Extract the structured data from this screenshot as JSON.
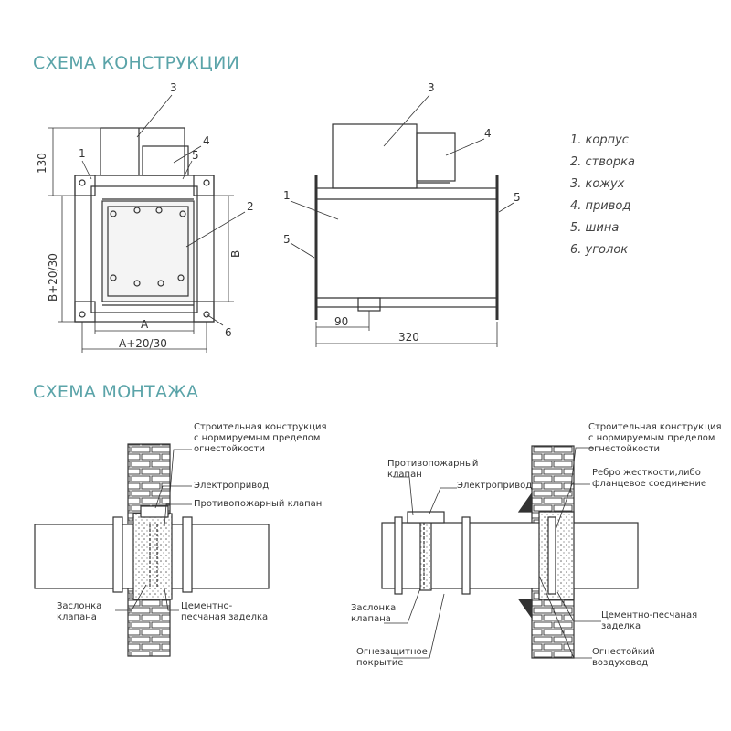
{
  "sections": {
    "construction": "СХЕМА КОНСТРУКЦИИ",
    "mounting": "СХЕМА МОНТАЖА"
  },
  "legend": [
    "1. корпус",
    "2. створка",
    "3. кожух",
    "4. привод",
    "5. шина",
    "6. уголок"
  ],
  "front_view": {
    "callouts": [
      "1",
      "3",
      "4",
      "5",
      "2",
      "6"
    ],
    "dims": {
      "height_top": "130",
      "side": "B+20/30",
      "inner_b": "B",
      "inner_a": "A",
      "bottom": "A+20/30"
    }
  },
  "side_view": {
    "callouts": [
      "3",
      "4",
      "1",
      "5",
      "5"
    ],
    "dims": {
      "offset": "90",
      "length": "320"
    }
  },
  "mount_left": {
    "wall_line1": "Строительная конструкция",
    "wall_line2": "с нормируемым пределом",
    "wall_line3": "огнестойкости",
    "actuator": "Электропривод",
    "valve": "Противопожарный клапан",
    "damper_line1": "Заслонка",
    "damper_line2": "клапана",
    "mortar_line1": "Цементно-",
    "mortar_line2": "песчаная заделка"
  },
  "mount_right": {
    "wall_line1": "Строительная конструкция",
    "wall_line2": "с нормируемым пределом",
    "wall_line3": "огнестойкости",
    "valve_line1": "Противопожарный",
    "valve_line2": "клапан",
    "actuator": "Электропривод",
    "rib_line1": "Ребро жесткости,либо",
    "rib_line2": "фланцевое соединение",
    "damper_line1": "Заслонка",
    "damper_line2": "клапана",
    "mortar_line1": "Цементно-песчаная",
    "mortar_line2": "заделка",
    "coating_line1": "Огнезащитное",
    "coating_line2": "покрытие",
    "duct_line1": "Огнестойкий",
    "duct_line2": "воздуховод"
  }
}
